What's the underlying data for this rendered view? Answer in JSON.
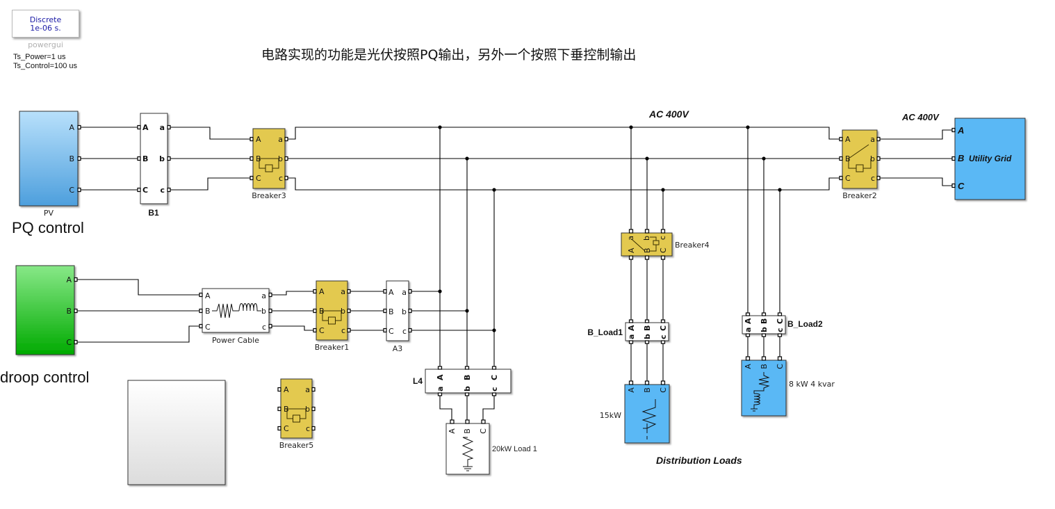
{
  "powergui": {
    "mode": "Discrete",
    "sample_time": "1e-06 s.",
    "name": "powergui"
  },
  "sample_times": {
    "power": "Ts_Power=1 us",
    "control": "Ts_Control=100 us"
  },
  "title": "电路实现的功能是光伏按照PQ输出，另外一个按照下垂控制输出",
  "annotations": {
    "pq_control": "PQ control",
    "droop_control": "droop control",
    "bus_voltage_1": "AC 400V",
    "bus_voltage_2": "AC 400V",
    "distribution_loads": "Distribution Loads"
  },
  "blocks": {
    "pv": {
      "name": "PV",
      "ports": [
        "A",
        "B",
        "C"
      ]
    },
    "b1": {
      "name": "B1",
      "in_ports": [
        "A",
        "B",
        "C"
      ],
      "out_ports": [
        "a",
        "b",
        "c"
      ]
    },
    "breaker3": {
      "name": "Breaker3",
      "in_ports": [
        "A",
        "B",
        "C"
      ],
      "out_ports": [
        "a",
        "b",
        "c"
      ]
    },
    "breaker2": {
      "name": "Breaker2",
      "in_ports": [
        "A",
        "B",
        "C"
      ],
      "out_ports": [
        "a",
        "b",
        "c"
      ]
    },
    "utility_grid": {
      "name": "Utility Grid",
      "ports": [
        "A",
        "B",
        "C"
      ]
    },
    "droop_source": {
      "ports": [
        "A",
        "B",
        "C"
      ]
    },
    "power_cable": {
      "name": "Power Cable",
      "in_ports": [
        "A",
        "B",
        "C"
      ],
      "out_ports": [
        "a",
        "b",
        "c"
      ]
    },
    "breaker1": {
      "name": "Breaker1",
      "in_ports": [
        "A",
        "B",
        "C"
      ],
      "out_ports": [
        "a",
        "b",
        "c"
      ]
    },
    "a3": {
      "name": "A3",
      "in_ports": [
        "A",
        "B",
        "C"
      ],
      "out_ports": [
        "a",
        "b",
        "c"
      ]
    },
    "breaker5": {
      "name": "Breaker5",
      "in_ports": [
        "A",
        "B",
        "C"
      ],
      "out_ports": [
        "a",
        "b",
        "c"
      ]
    },
    "l4": {
      "name": "L4",
      "top_ports": [
        "A",
        "B",
        "C"
      ],
      "bottom_ports": [
        "a",
        "b",
        "c"
      ]
    },
    "load1": {
      "label": "20kW Load 1",
      "ports": [
        "A",
        "B",
        "C"
      ]
    },
    "breaker4": {
      "name": "Breaker4",
      "top_ports": [
        "a",
        "b",
        "c"
      ],
      "bottom_ports": [
        "A",
        "B",
        "C"
      ]
    },
    "b_load1": {
      "name": "B_Load1",
      "top_ports": [
        "A",
        "B",
        "C"
      ],
      "bottom_ports": [
        "a",
        "b",
        "c"
      ]
    },
    "load_15kw": {
      "label": "15kW",
      "ports": [
        "A",
        "B",
        "C"
      ]
    },
    "b_load2": {
      "name": "B_Load2",
      "top_ports": [
        "A",
        "B",
        "C"
      ],
      "bottom_ports": [
        "a",
        "b",
        "c"
      ]
    },
    "load_8kw": {
      "label": "8 kW 4 kvar",
      "ports": [
        "A",
        "B",
        "C"
      ]
    }
  },
  "colors": {
    "pv_top": "#b8e0fb",
    "pv_bottom": "#4d9fdd",
    "droop_top": "#88e888",
    "droop_bottom": "#00aa00",
    "breaker": "#e3c94f",
    "load_blue": "#5ab8f5",
    "grid_blue": "#5ab8f5"
  }
}
